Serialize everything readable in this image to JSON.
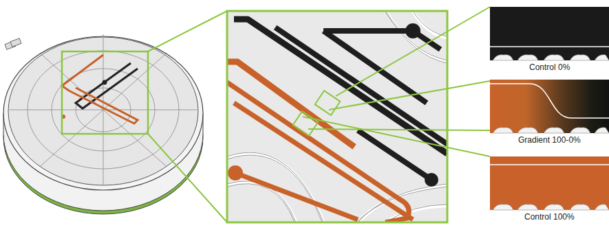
{
  "diagram": {
    "labels": [
      "Control 0%",
      "Gradient 100-0%",
      "Control 100%"
    ]
  }
}
